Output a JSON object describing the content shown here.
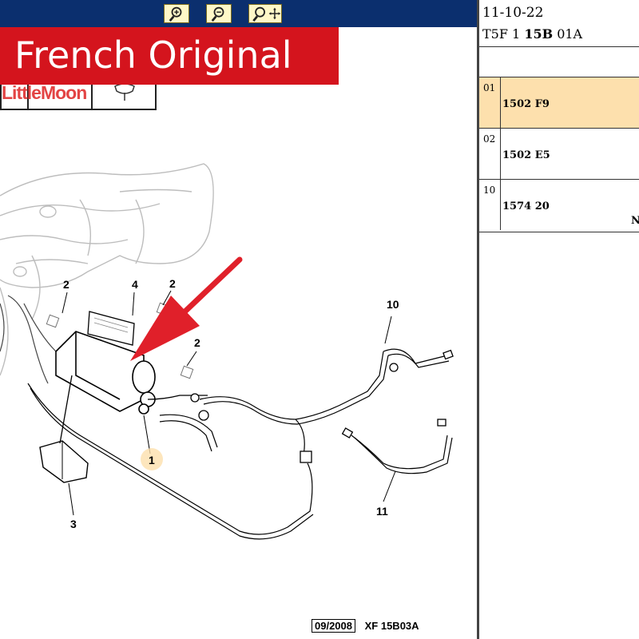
{
  "toolbar": {
    "buttons": [
      {
        "icon": "zoom-in-icon"
      },
      {
        "icon": "zoom-out-icon"
      },
      {
        "icon": "zoom-pan-icon"
      }
    ]
  },
  "banner": {
    "text": "French Original"
  },
  "watermark": {
    "text": "LittleMoon"
  },
  "header": {
    "date": "11-10-22",
    "ref_prefix": "T5F 1 ",
    "ref_bold": "15B",
    "ref_suffix": " 01A"
  },
  "parts": [
    {
      "num": "01",
      "code": "1502 F9",
      "note": "",
      "selected": true
    },
    {
      "num": "02",
      "code": "1502 E5",
      "note": "",
      "selected": false
    },
    {
      "num": "10",
      "code": "1574 20",
      "note": "N",
      "selected": false
    }
  ],
  "diagram": {
    "callouts": [
      "1",
      "2",
      "2",
      "2",
      "3",
      "4",
      "10",
      "11"
    ]
  },
  "footer": {
    "date": "09/2008",
    "code": "XF 15B03A"
  },
  "colors": {
    "toolbar": "#0b2f6e",
    "banner": "#d4141d",
    "arrow": "#e0202a",
    "highlight": "#fde0ad"
  }
}
